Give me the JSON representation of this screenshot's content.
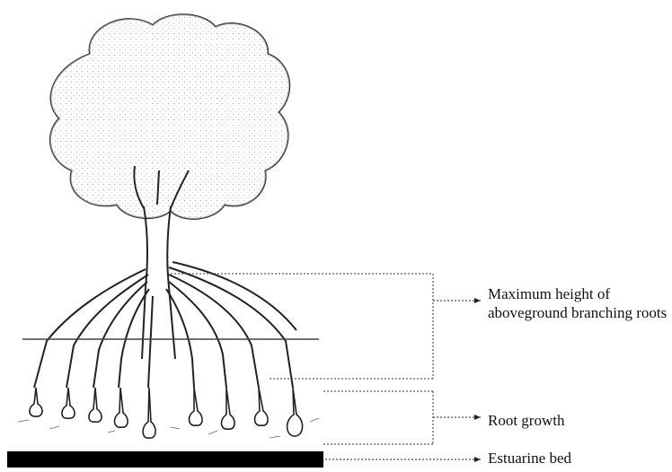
{
  "labels": {
    "aboveground_height": "Maximum height of aboveground branching roots",
    "root_growth": "Root growth",
    "estuarine_bed": "Estuarine bed"
  },
  "colors": {
    "ink": "#1a1a1a",
    "bed": "#000000",
    "leader": "#333333",
    "background": "#ffffff"
  },
  "icons": {
    "tree": "mangrove-tree-illustration",
    "arrow": "dotted-arrow-right"
  }
}
